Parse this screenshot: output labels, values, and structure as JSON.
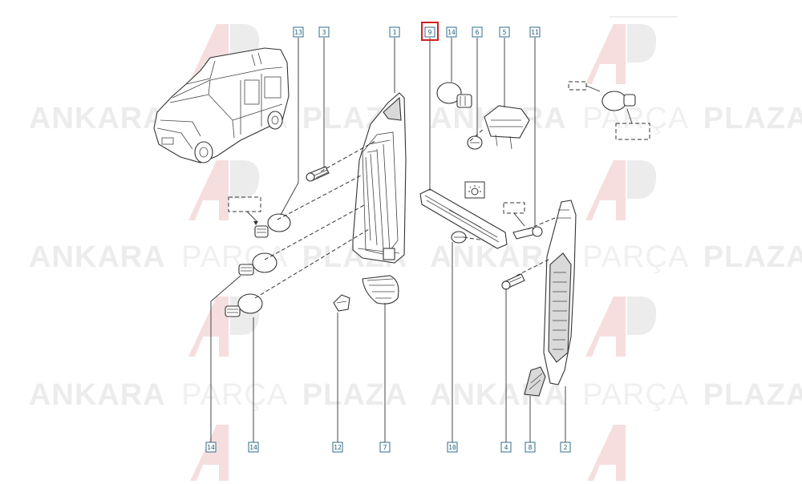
{
  "watermark": {
    "word1": "ANKARA",
    "word2": "PARÇA",
    "word3": "PLAZA"
  },
  "colors": {
    "callout_border": "#2f6e8c",
    "highlight_border": "#d21f1f",
    "watermark_red": "#f7d6d6",
    "watermark_grey": "#ececec"
  },
  "callouts": [
    {
      "label": "13"
    },
    {
      "label": "3"
    },
    {
      "label": "1"
    },
    {
      "label": "9"
    },
    {
      "label": "14"
    },
    {
      "label": "6"
    },
    {
      "label": "5"
    },
    {
      "label": "11"
    },
    {
      "label": "14"
    },
    {
      "label": "14"
    },
    {
      "label": "12"
    },
    {
      "label": "7"
    },
    {
      "label": "10"
    },
    {
      "label": "4"
    },
    {
      "label": "8"
    },
    {
      "label": "2"
    }
  ],
  "highlighted_callout": "9",
  "icons": [
    "light-symbol-icon"
  ]
}
